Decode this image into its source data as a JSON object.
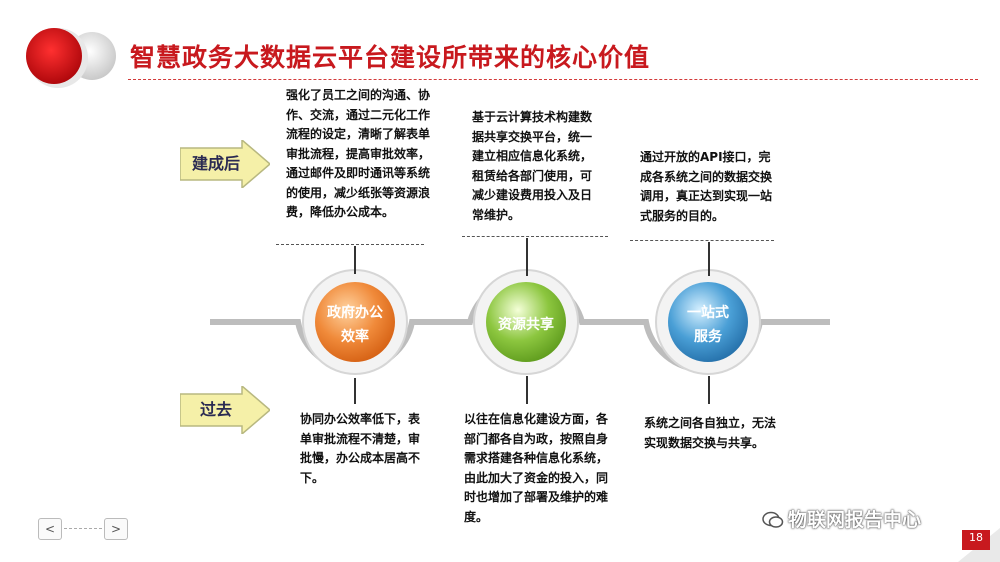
{
  "title": "智慧政务大数据云平台建设所带来的核心价值",
  "labels": {
    "after": "建成后",
    "before": "过去"
  },
  "columns": [
    {
      "circle_label": [
        "政府办公",
        "效率"
      ],
      "after_text": "强化了员工之间的沟通、协作、交流，通过二元化工作流程的设定，清晰了解表单审批流程，提高审批效率，通过邮件及即时通讯等系统的使用，减少纸张等资源浪费，降低办公成本。",
      "before_text": "协同办公效率低下，表单审批流程不清楚，审批慢，办公成本居高不下。",
      "color": "#f08a3a"
    },
    {
      "circle_label": [
        "资源共享"
      ],
      "after_text": "基于云计算技术构建数据共享交换平台，统一建立相应信息化系统，租赁给各部门使用，可减少建设费用投入及日常维护。",
      "before_text": "以往在信息化建设方面，各部门都各自为政，按照自身需求搭建各种信息化系统，由此加大了资金的投入，同时也增加了部署及维护的难度。",
      "color": "#8cc63f"
    },
    {
      "circle_label": [
        "一站式",
        "服务"
      ],
      "after_text": "通过开放的API接口，完成各系统之间的数据交换调用，真正达到实现一站式服务的目的。",
      "before_text": "系统之间各自独立，无法实现数据交换与共享。",
      "color": "#4a9fd6"
    }
  ],
  "nav": {
    "prev": "<",
    "next": ">"
  },
  "watermark": "物联网报告中心",
  "page_number": "18"
}
